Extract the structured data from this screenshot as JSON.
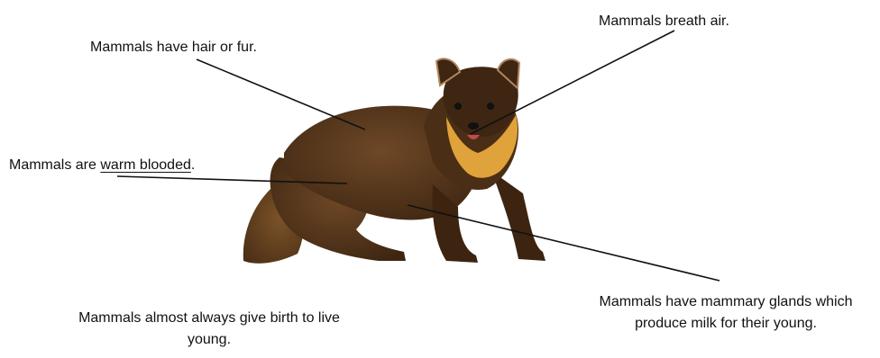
{
  "labels": {
    "hair": "Mammals have hair or fur.",
    "breath": "Mammals breath air.",
    "warm_prefix": "Mammals are ",
    "warm_underlined": "warm blooded",
    "warm_suffix": ".",
    "birth_line1": "Mammals almost always give birth to live",
    "birth_line2": "young.",
    "milk_line1": "Mammals have mammary glands which",
    "milk_line2": "produce milk for their young."
  },
  "image": {
    "subject": "pine marten",
    "fur_color": "#5a3a1f",
    "bib_color": "#e0a23a"
  },
  "colors": {
    "text": "#111111",
    "line": "#111111"
  }
}
